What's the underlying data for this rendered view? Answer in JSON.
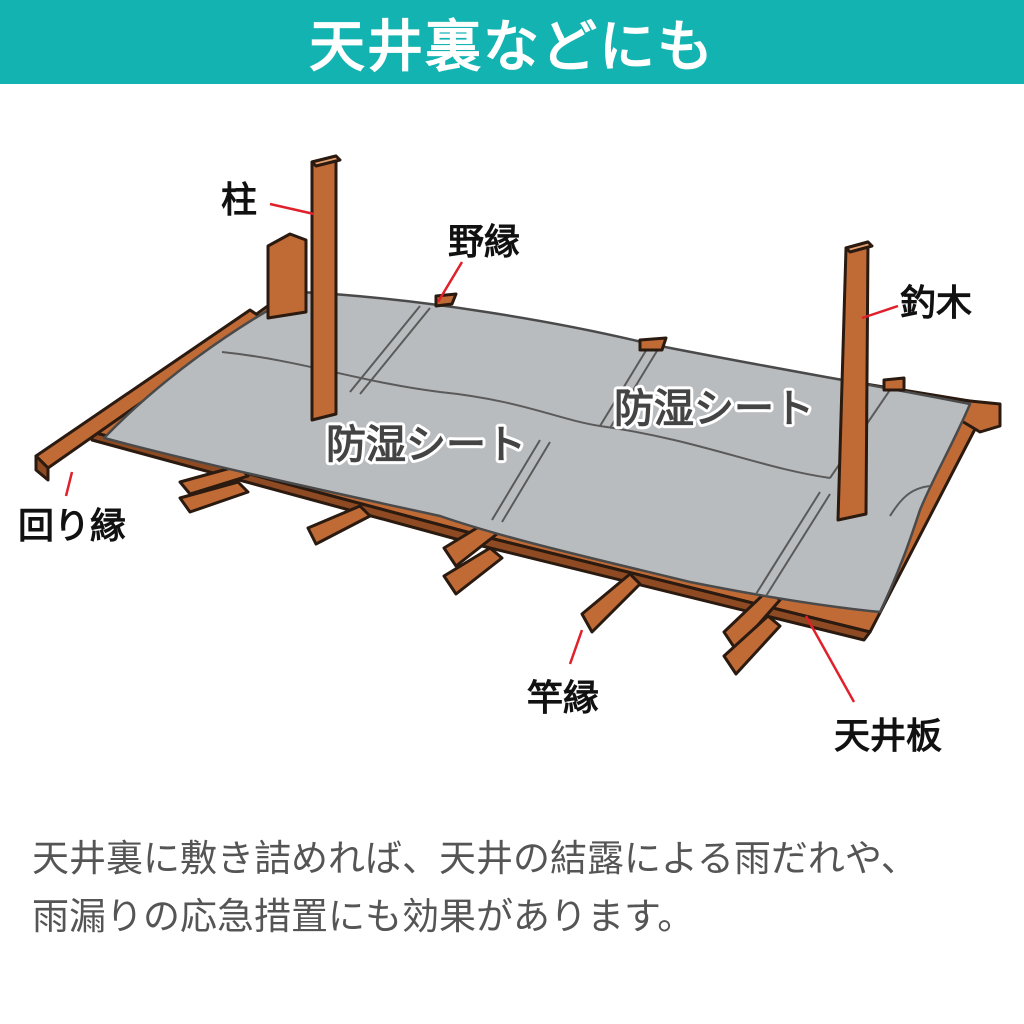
{
  "header": {
    "title": "天井裏などにも"
  },
  "labels": {
    "pillar": "柱",
    "noen": "野縁",
    "tsurigi": "釣木",
    "mawari_buchi": "回り縁",
    "saobuchi": "竿縁",
    "tenjoita": "天井板",
    "sheet_left": "防湿シート",
    "sheet_right": "防湿シート"
  },
  "caption": {
    "line1": "天井裏に敷き詰めれば、天井の結露による雨だれや、",
    "line2": "雨漏りの応急措置にも効果があります。"
  },
  "colors": {
    "header_bg": "#13b3b2",
    "wood": "#c06a36",
    "wood_dark": "#8e4a22",
    "sheet": "#b9bcbf",
    "leader": "#e0202a"
  }
}
